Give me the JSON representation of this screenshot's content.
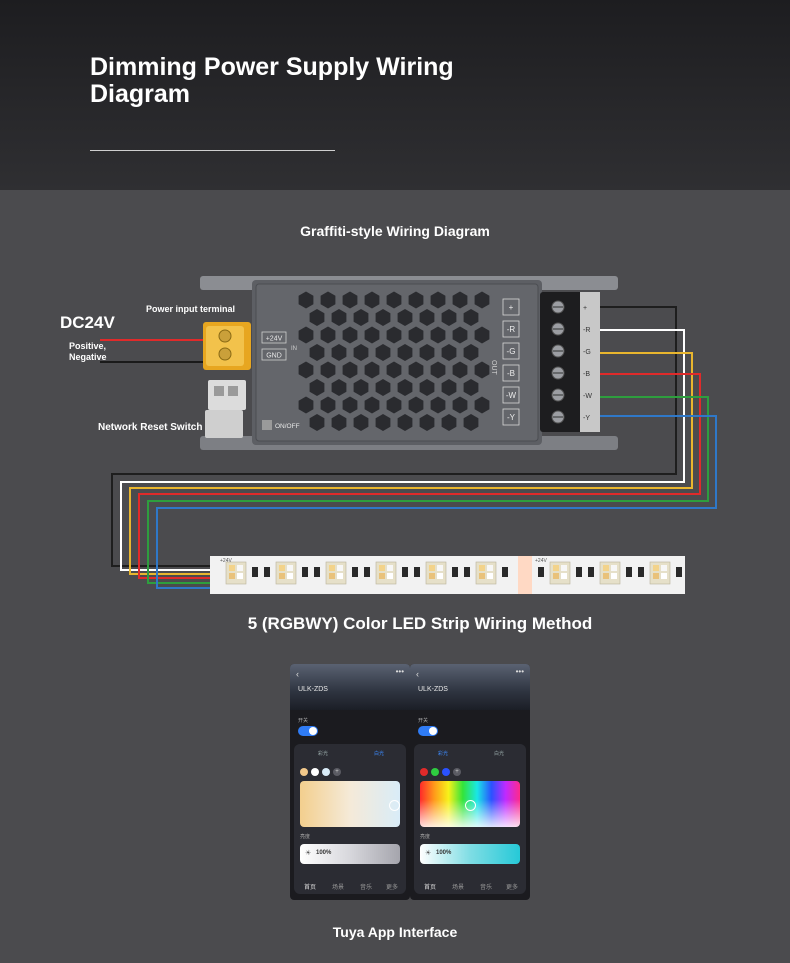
{
  "header": {
    "title": "Dimming Power Supply Wiring Diagram"
  },
  "captions": {
    "graffiti": "Graffiti-style Wiring Diagram",
    "strip_method": "5 (RGBWY) Color LED Strip Wiring Method",
    "app": "Tuya App Interface"
  },
  "labels": {
    "dc": "DC24V",
    "pos_neg": "Positive, Negative",
    "power_input": "Power input terminal",
    "network_reset": "Network Reset Switch"
  },
  "device": {
    "input_labels": [
      "+24V",
      "GND"
    ],
    "in_text": "IN",
    "onoff": "ON/OFF",
    "out_text": "OUT",
    "output_labels": [
      "+",
      "-R",
      "-G",
      "-B",
      "-W",
      "-Y"
    ],
    "terminal_labels": [
      "+",
      "-R",
      "-G",
      "-B",
      "-W",
      "-Y"
    ]
  },
  "strip": {
    "marking": "+24V"
  },
  "wire_colors": {
    "plus": "#1e1e1e",
    "red_ch": "#e02a2a",
    "green_ch": "#2e9e3e",
    "blue_ch": "#2f78c8",
    "white_ch": "#ffffff",
    "yellow_ch": "#e9b62e"
  },
  "phones": [
    {
      "device_name": "ULK-ZDS",
      "switch_label": "开关",
      "tabs": [
        "彩光",
        "白光"
      ],
      "active_tab": 1,
      "bright_label": "亮度",
      "bright_value": "100%",
      "nav": [
        "首页",
        "场景",
        "音乐",
        "更多"
      ]
    },
    {
      "device_name": "ULK-ZDS",
      "switch_label": "开关",
      "tabs": [
        "彩光",
        "白光"
      ],
      "active_tab": 0,
      "bright_label": "亮度",
      "bright_value": "100%",
      "nav": [
        "首页",
        "场景",
        "音乐",
        "更多"
      ]
    }
  ]
}
